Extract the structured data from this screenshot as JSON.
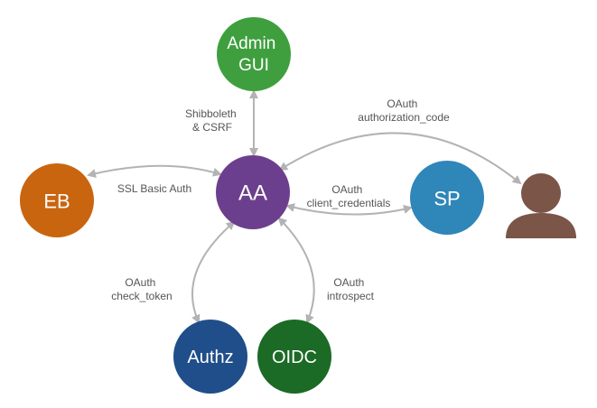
{
  "diagram": {
    "nodes": {
      "admin_gui": {
        "line1": "Admin",
        "line2": "GUI",
        "color": "#3f9f3f"
      },
      "aa": {
        "label": "AA",
        "color": "#6c3f8e"
      },
      "eb": {
        "label": "EB",
        "color": "#c9650f"
      },
      "sp": {
        "label": "SP",
        "color": "#2f86b9"
      },
      "authz": {
        "label": "Authz",
        "color": "#1f4e8a"
      },
      "oidc": {
        "label": "OIDC",
        "color": "#1b6a26"
      },
      "user": {
        "icon": "user-icon",
        "color": "#7a5548"
      }
    },
    "edges": {
      "admin_aa": {
        "line1": "Shibboleth",
        "line2": "& CSRF"
      },
      "eb_aa": {
        "line1": "SSL Basic Auth"
      },
      "aa_sp": {
        "line1": "OAuth",
        "line2": "client_credentials"
      },
      "aa_user": {
        "line1": "OAuth",
        "line2": "authorization_code"
      },
      "aa_authz": {
        "line1": "OAuth",
        "line2": "check_token"
      },
      "aa_oidc": {
        "line1": "OAuth",
        "line2": "introspect"
      }
    },
    "edge_color": "#b3b3b3"
  }
}
